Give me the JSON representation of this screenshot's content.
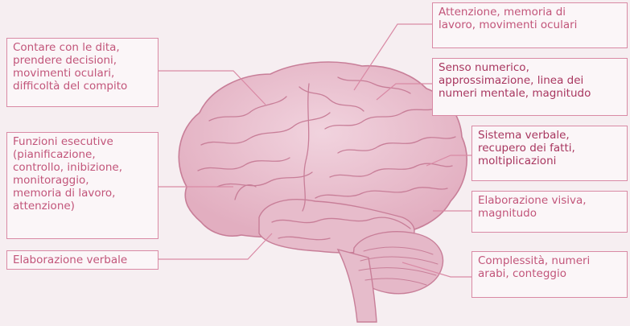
{
  "labels": [
    {
      "id": "left-1",
      "text": "Contare con le dita,\nprendere decisioni,\nmovimenti oculari,\ndifficoltà del compito"
    },
    {
      "id": "left-2",
      "text": "Funzioni esecutive\n(pianificazione,\ncontrollo, inibizione,\nmonitoraggio,\nmemoria di lavoro,\nattenzione)"
    },
    {
      "id": "left-3",
      "text": "Elaborazione verbale"
    },
    {
      "id": "right-1",
      "text": "Attenzione, memoria di\nlavoro, movimenti oculari"
    },
    {
      "id": "right-2",
      "text": "Senso numerico,\napprossimazione, linea dei\nnumeri mentale, magnitudo"
    },
    {
      "id": "right-3",
      "text": "Sistema verbale,\nrecupero dei fatti,\nmoltiplicazioni"
    },
    {
      "id": "right-4",
      "text": "Elaborazione visiva,\nmagnitudo"
    },
    {
      "id": "right-5",
      "text": "Complessità, numeri\narabi, conteggio"
    }
  ],
  "colors": {
    "background": "#f6eef1",
    "text": "#c2557a",
    "border": "#d98aa5",
    "brain_fill": "#ecc6d3",
    "brain_line": "#c87e98"
  }
}
